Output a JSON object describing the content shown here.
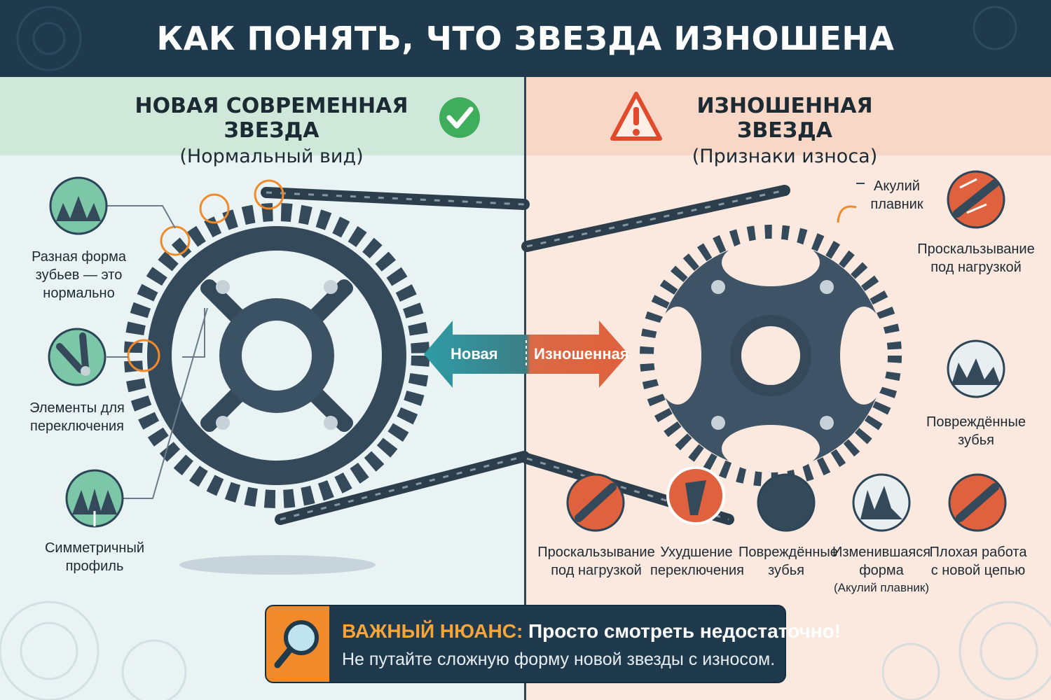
{
  "title": "КАК ПОНЯТЬ, ЧТО ЗВЕЗДА ИЗНОШЕНА",
  "left": {
    "heading": "НОВАЯ СОВРЕМЕННАЯ ЗВЕЗДА",
    "subheading": "(Нормальный вид)",
    "labels": {
      "tooth_shape": "Разная форма\nзубьев — это\nнормально",
      "shift_elements": "Элементы для\nпереключения",
      "symmetric": "Симметричный\nпрофиль"
    }
  },
  "right": {
    "heading": "ИЗНОШЕННАЯ ЗВЕЗДА",
    "subheading": "(Признаки износа)",
    "labels": {
      "shark_fin": "Акулий\nплавник",
      "slip_top": "Проскальзывание\nпод нагрузкой",
      "damaged_side": "Повреждённые\nзубья"
    },
    "bottom_items": [
      {
        "label": "Проскальзывание\nпод нагрузкой",
        "note": ""
      },
      {
        "label": "Ухудшение\nпереключения",
        "note": ""
      },
      {
        "label": "Повреждённые\nзубья",
        "note": ""
      },
      {
        "label": "Изменившаяся\nформа",
        "note": "(Акулий плавник)"
      },
      {
        "label": "Плохая работа\nс новой цепью",
        "note": ""
      }
    ]
  },
  "arrow": {
    "left_label": "Новая",
    "right_label": "Изношенная"
  },
  "notice": {
    "accent": "ВАЖНЫЙ НЮАНС:",
    "headline": " Просто смотреть недостаточно!",
    "text": "Не путайте сложную форму новой звезды с износом."
  },
  "colors": {
    "header": "#1f3a4d",
    "good": "#3fae5c",
    "warn": "#e14a2b",
    "accent": "#f08a2a",
    "teal": "#2f9ba5",
    "sprocket": "#34495a"
  },
  "icons": [
    "check-icon",
    "warning-icon",
    "magnifier-icon",
    "tooth-profile-icon",
    "chain-slip-icon",
    "broken-tooth-icon"
  ]
}
